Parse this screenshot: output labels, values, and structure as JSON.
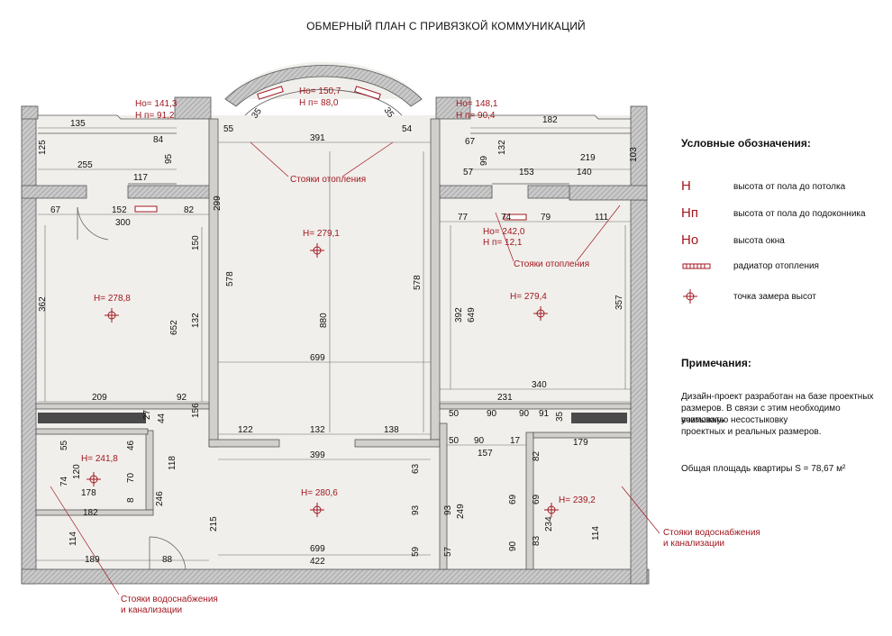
{
  "title": "ОБМЕРНЫЙ ПЛАН С ПРИВЯЗКОЙ КОММУНИКАЦИЙ",
  "legend": {
    "heading": "Условные обозначения:",
    "items": [
      {
        "symbol": "H",
        "text": "высота от пола до потолка"
      },
      {
        "symbol": "Hп",
        "text": "высота от пола до подоконника"
      },
      {
        "symbol": "Hо",
        "text": "высота окна"
      },
      {
        "symbol": "radiator",
        "text": "радиатор отопления"
      },
      {
        "symbol": "point",
        "text": "точка замера высот"
      }
    ]
  },
  "notes": {
    "heading": "Примечания:",
    "lines": [
      "Дизайн-проект разработан на базе проектных",
      "размеров. В связи с этим необходимо учитывать",
      "возможную несостыковку",
      "проектных и реальных размеров."
    ],
    "area_text": "Общая площадь квартиры S = 78,67 м²"
  },
  "heights": {
    "room_left": "H= 278,8",
    "room_center": "H= 279,1",
    "room_right": "H= 279,4",
    "hall": "H= 280,6",
    "bath_left": "H= 241,8",
    "bath_right": "H= 239,2",
    "win_left_ho": "Hо= 141,3",
    "win_left_hp": "H п= 91,2",
    "win_center_ho": "Hо= 150,7",
    "win_center_hp": "H п= 88,0",
    "win_right_ho": "Hо= 148,1",
    "win_right_hp": "H п= 90,4",
    "win_right2_ho": "Hо= 242,0",
    "win_right2_hp": "H п= 12,1"
  },
  "annotations": {
    "heating_center": "Стояки отопления",
    "heating_right": "Стояки отопления",
    "water_left_1": "Стояки водоснабжения",
    "water_left_2": "и канализации",
    "water_right_1": "Стояки водоснабжения",
    "water_right_2": "и канализации"
  },
  "dimensions": [
    "135",
    "125",
    "84",
    "95",
    "255",
    "117",
    "67",
    "152",
    "82",
    "300",
    "362",
    "150",
    "652",
    "132",
    "578",
    "299",
    "55",
    "391",
    "54",
    "35",
    "35",
    "880",
    "578",
    "699",
    "122",
    "132",
    "138",
    "399",
    "156",
    "209",
    "92",
    "44",
    "27",
    "118",
    "70",
    "120",
    "74",
    "55",
    "46",
    "178",
    "182",
    "8",
    "246",
    "215",
    "114",
    "189",
    "88",
    "63",
    "93",
    "93",
    "249",
    "57",
    "59",
    "699",
    "422",
    "77",
    "74",
    "79",
    "111",
    "392",
    "649",
    "357",
    "231",
    "340",
    "50",
    "90",
    "90",
    "17",
    "50",
    "90",
    "91",
    "35",
    "157",
    "179",
    "82",
    "69",
    "69",
    "234",
    "90",
    "83",
    "114",
    "67",
    "132",
    "99",
    "219",
    "103",
    "57",
    "153",
    "140",
    "182"
  ]
}
